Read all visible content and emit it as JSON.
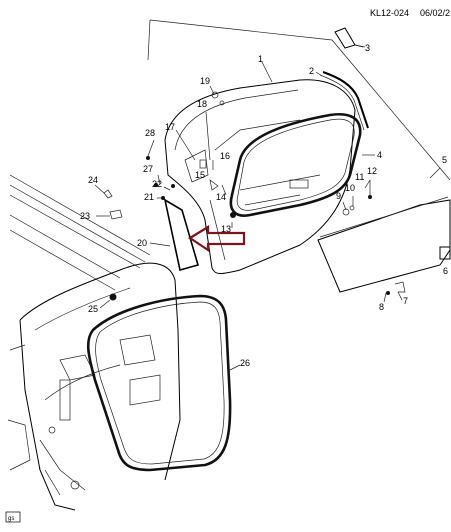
{
  "header": {
    "ref_code": "KL12-024",
    "date": "06/02/2"
  },
  "footer": {
    "tag": "gs"
  },
  "arrow": {
    "color": "#7a1420"
  },
  "callouts": {
    "c1": "1",
    "c2": "2",
    "c3": "3",
    "c4": "4",
    "c5": "5",
    "c6": "6",
    "c7": "7",
    "c8": "8",
    "c9": "9",
    "c10": "10",
    "c11": "11",
    "c12": "12",
    "c13": "13",
    "c14": "14",
    "c15": "15",
    "c16": "16",
    "c17": "17",
    "c18": "18",
    "c19": "19",
    "c20": "20",
    "c21": "21",
    "c22": "22",
    "c23": "23",
    "c24": "24",
    "c25": "25",
    "c26": "26",
    "c27": "27",
    "c28": "28"
  }
}
